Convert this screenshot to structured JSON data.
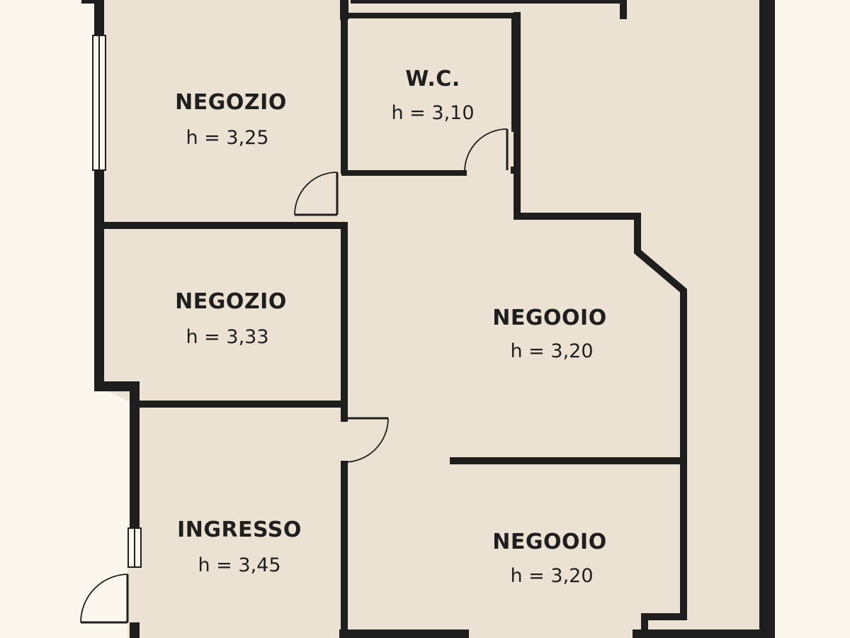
{
  "rooms": [
    {
      "id": "negozio-1",
      "name": "NEGOZIO",
      "height": "h = 3,25"
    },
    {
      "id": "negozio-2",
      "name": "NEGOZIO",
      "height": "h = 3,33"
    },
    {
      "id": "wc",
      "name": "W.C.",
      "height": "h = 3,10"
    },
    {
      "id": "negooio-1",
      "name": "NEGOOIO",
      "height": "h = 3,20"
    },
    {
      "id": "negooio-2",
      "name": "NEGOOIO",
      "height": "h = 3,20"
    },
    {
      "id": "ingresso",
      "name": "INGRESSO",
      "height": "h = 3,45"
    }
  ],
  "colors": {
    "background": "#fbf7ef",
    "floor": "#ece2d4",
    "wall": "#1e1e1e",
    "text": "#1f1f1f"
  }
}
